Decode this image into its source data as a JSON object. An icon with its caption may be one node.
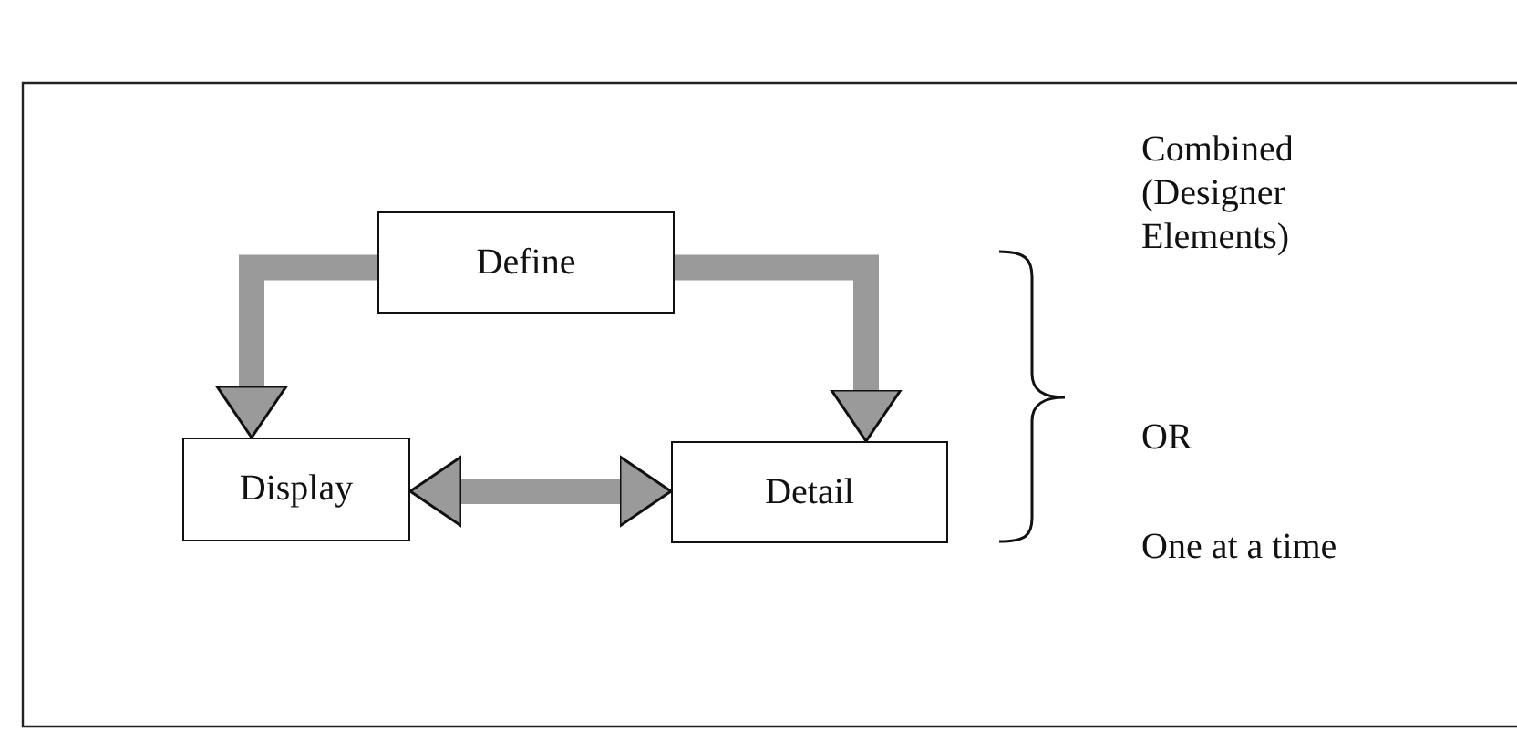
{
  "diagram": {
    "nodes": [
      {
        "text": [
          "Define"
        ]
      },
      {
        "text": [
          "Display"
        ]
      },
      {
        "text": [
          "Detail"
        ]
      }
    ],
    "edges": [
      {
        "from": 0,
        "to": 1,
        "arrow": "to"
      },
      {
        "from": 0,
        "to": 2,
        "arrow": "to"
      },
      {
        "from": 1,
        "to": 2,
        "arrow": "both"
      }
    ],
    "labels": [
      "Combined (Designer Elements)",
      "OR",
      "One at a time"
    ]
  }
}
